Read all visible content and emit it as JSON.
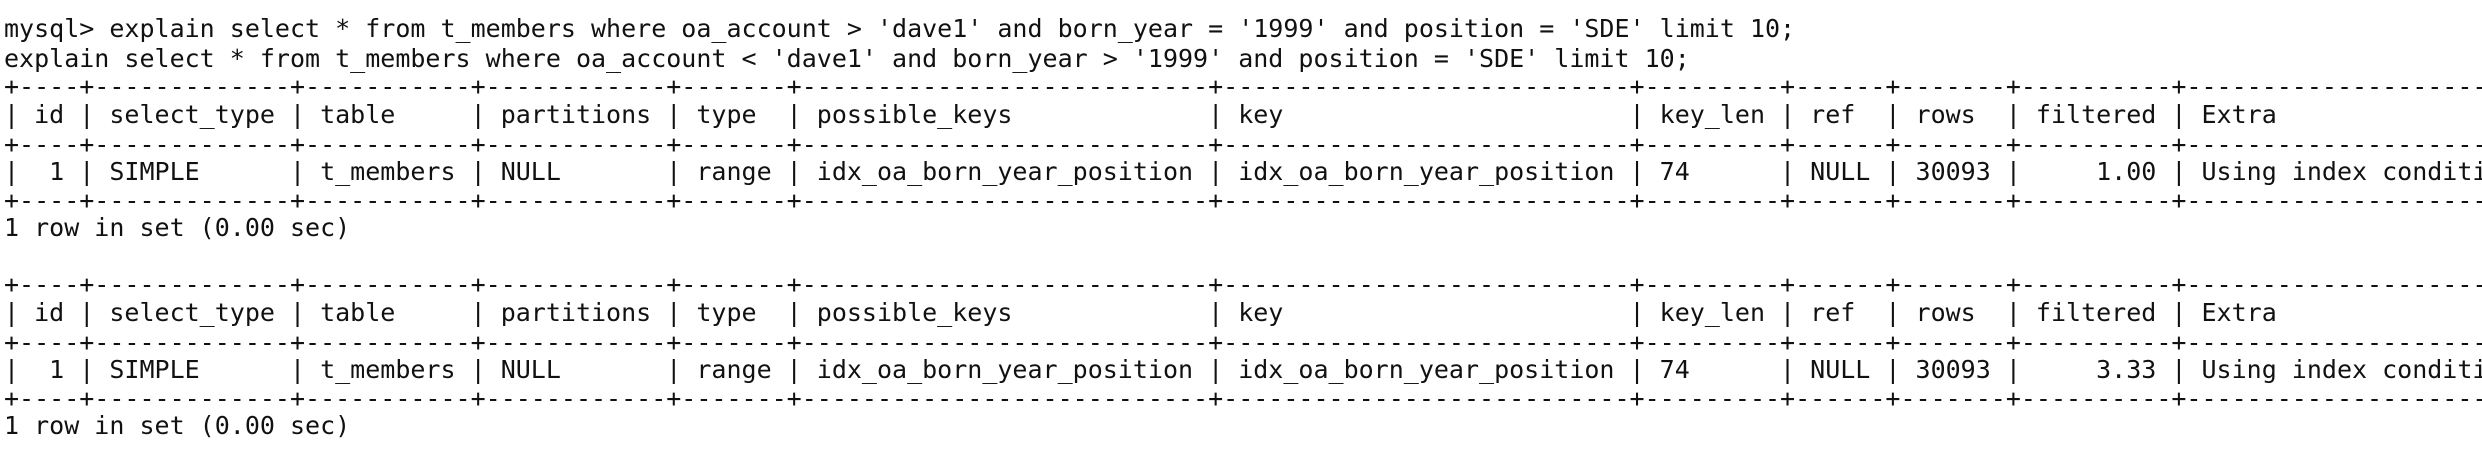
{
  "terminal": {
    "background": "#ffffff",
    "foreground": "#111111",
    "query_line_1": "mysql> explain select * from t_members where oa_account > 'dave1' and born_year = '1999' and position = 'SDE' limit 10;",
    "query_line_2": "explain select * from t_members where oa_account < 'dave1' and born_year > '1999' and position = 'SDE' limit 10;",
    "result_1": {
      "border_top": "+----+-------------+-----------+------------+-------+---------------------------+---------------------------+---------+------+-------+----------+-----------------------+",
      "header": "| id | select_type | table     | partitions | type  | possible_keys             | key                       | key_len | ref  | rows  | filtered | Extra                 |",
      "border_mid": "+----+-------------+-----------+------------+-------+---------------------------+---------------------------+---------+------+-------+----------+-----------------------+",
      "row": "|  1 | SIMPLE      | t_members | NULL       | range | idx_oa_born_year_position | idx_oa_born_year_position | 74      | NULL | 30093 |     1.00 | Using index condition |",
      "border_bottom": "+----+-------------+-----------+------------+-------+---------------------------+---------------------------+---------+------+-------+----------+-----------------------+",
      "summary": "1 row in set (0.00 sec)"
    },
    "result_2": {
      "border_top": "+----+-------------+-----------+------------+-------+---------------------------+---------------------------+---------+------+-------+----------+-----------------------+",
      "header": "| id | select_type | table     | partitions | type  | possible_keys             | key                       | key_len | ref  | rows  | filtered | Extra                 |",
      "border_mid": "+----+-------------+-----------+------------+-------+---------------------------+---------------------------+---------+------+-------+----------+-----------------------+",
      "row": "|  1 | SIMPLE      | t_members | NULL       | range | idx_oa_born_year_position | idx_oa_born_year_position | 74      | NULL | 30093 |     3.33 | Using index condition |",
      "border_bottom": "+----+-------------+-----------+------------+-------+---------------------------+---------------------------+---------+------+-------+----------+-----------------------+",
      "summary": "1 row in set (0.00 sec)"
    }
  }
}
